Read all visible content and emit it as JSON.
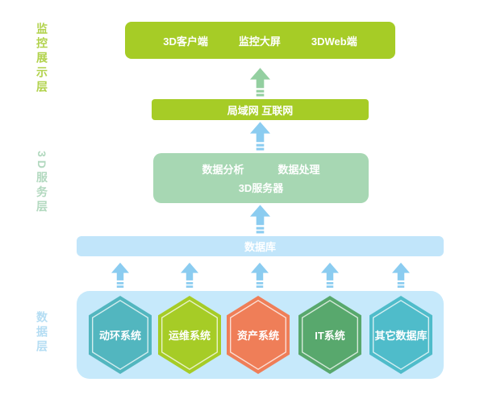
{
  "side_labels": {
    "display": {
      "text": "监控展示层",
      "color": "#b1d24b"
    },
    "service": {
      "text": "3D服务层",
      "color": "#b2d9bf"
    },
    "data": {
      "text": "数据层",
      "color": "#b4ddf3"
    }
  },
  "display_layer": {
    "color": "#a6cc26",
    "items": [
      "3D客户端",
      "监控大屏",
      "3DWeb端"
    ]
  },
  "network_bar": {
    "color": "#a6cc26",
    "label": "局域网 互联网"
  },
  "server_box": {
    "color": "#a7d7b3",
    "top_left": "数据分析",
    "top_right": "数据处理",
    "bottom": "3D服务器"
  },
  "database_bar": {
    "color": "#c1e5fa",
    "label": "数据库"
  },
  "data_layer": {
    "color": "#c6e9fb",
    "hexagons": [
      {
        "label": "动环系统",
        "color": "#52b6bf"
      },
      {
        "label": "运维系统",
        "color": "#a6cc26"
      },
      {
        "label": "资产系统",
        "color": "#ef7e58"
      },
      {
        "label": "IT系统",
        "color": "#58a86d"
      },
      {
        "label": "其它数据库",
        "color": "#4fbcca"
      }
    ]
  },
  "arrows": {
    "green": "#93cfa0",
    "blue": "#8bccf0"
  }
}
